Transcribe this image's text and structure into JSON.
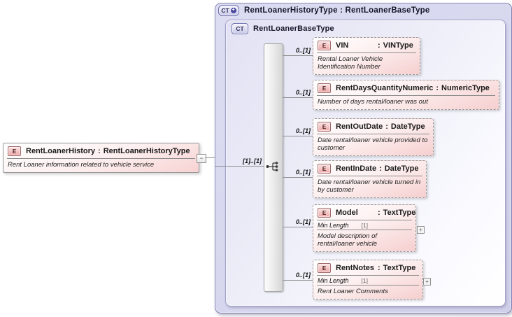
{
  "diagram": {
    "root": {
      "badge": "E",
      "name": "RentLoanerHistory",
      "sep": ":",
      "type": "RentLoanerHistoryType",
      "description": "Rent Loaner information related to vehicle service",
      "collapse_glyph": "−"
    },
    "outer": {
      "badge": "CT",
      "badge_plus": "+",
      "title": "RentLoanerHistoryType : RentLoanerBaseType"
    },
    "inner": {
      "badge": "CT",
      "title": "RentLoanerBaseType"
    },
    "sequence_cardinality": "[1]..[1]",
    "elements": [
      {
        "badge": "E",
        "cardinality": "0..[1]",
        "name": "VIN",
        "sep": ":",
        "type": "VINType",
        "description": "Rental Loaner Vehicle Identification Number"
      },
      {
        "badge": "E",
        "cardinality": "0..[1]",
        "name": "RentDaysQuantityNumeric",
        "sep": ":",
        "type": "NumericType",
        "description": "Number of days rental/loaner was out"
      },
      {
        "badge": "E",
        "cardinality": "0..[1]",
        "name": "RentOutDate",
        "sep": ":",
        "type": "DateType",
        "description": "Date rental/loaner vehicle provided to customer"
      },
      {
        "badge": "E",
        "cardinality": "0..[1]",
        "name": "RentInDate",
        "sep": ":",
        "type": "DateType",
        "description": "Date rental/loaner vehicle turned in by customer"
      },
      {
        "badge": "E",
        "cardinality": "0..[1]",
        "name": "Model",
        "sep": ":",
        "type": "TextType",
        "facet_label": "Min Length",
        "facet_value": "[1]",
        "expand_glyph": "+",
        "description": "Model description of rental/loaner vehicle"
      },
      {
        "badge": "E",
        "cardinality": "0..[1]",
        "name": "RentNotes",
        "sep": ":",
        "type": "TextType",
        "facet_label": "Min Length",
        "facet_value": "[1]",
        "expand_glyph": "+",
        "description": "Rent Loaner Comments"
      }
    ]
  },
  "colors": {
    "container_lavender": "#d8d8f0",
    "element_pink": "#f6cfcf",
    "badge_pink": "#efa7a7",
    "border_gray": "#9a9a9a",
    "container_border_blue": "#7d7db3"
  }
}
